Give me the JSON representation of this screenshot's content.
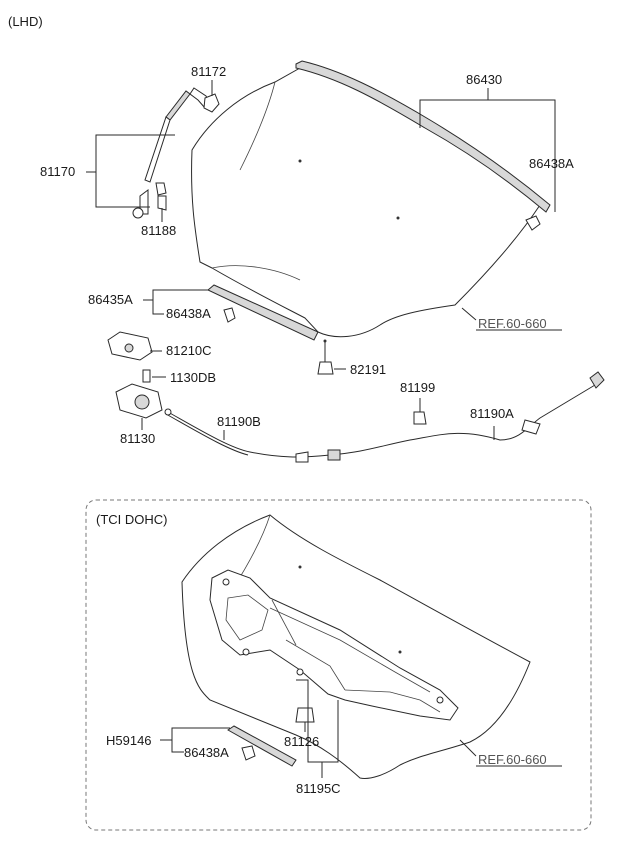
{
  "variant_label": "(LHD)",
  "section_label": "(TCI DOHC)",
  "labels": {
    "p81172": "81172",
    "p86430": "86430",
    "p81170": "81170",
    "p86438A_top": "86438A",
    "p81188": "81188",
    "p86435A": "86435A",
    "p86438A_mid": "86438A",
    "p81210C": "81210C",
    "p1130DB": "1130DB",
    "p82191": "82191",
    "p81199": "81199",
    "p81130": "81130",
    "p81190B": "81190B",
    "p81190A": "81190A",
    "ref_top": "REF.60-660",
    "pH59146": "H59146",
    "p86438A_bot": "86438A",
    "p81126": "81126",
    "p81195C": "81195C",
    "ref_bot": "REF.60-660"
  }
}
